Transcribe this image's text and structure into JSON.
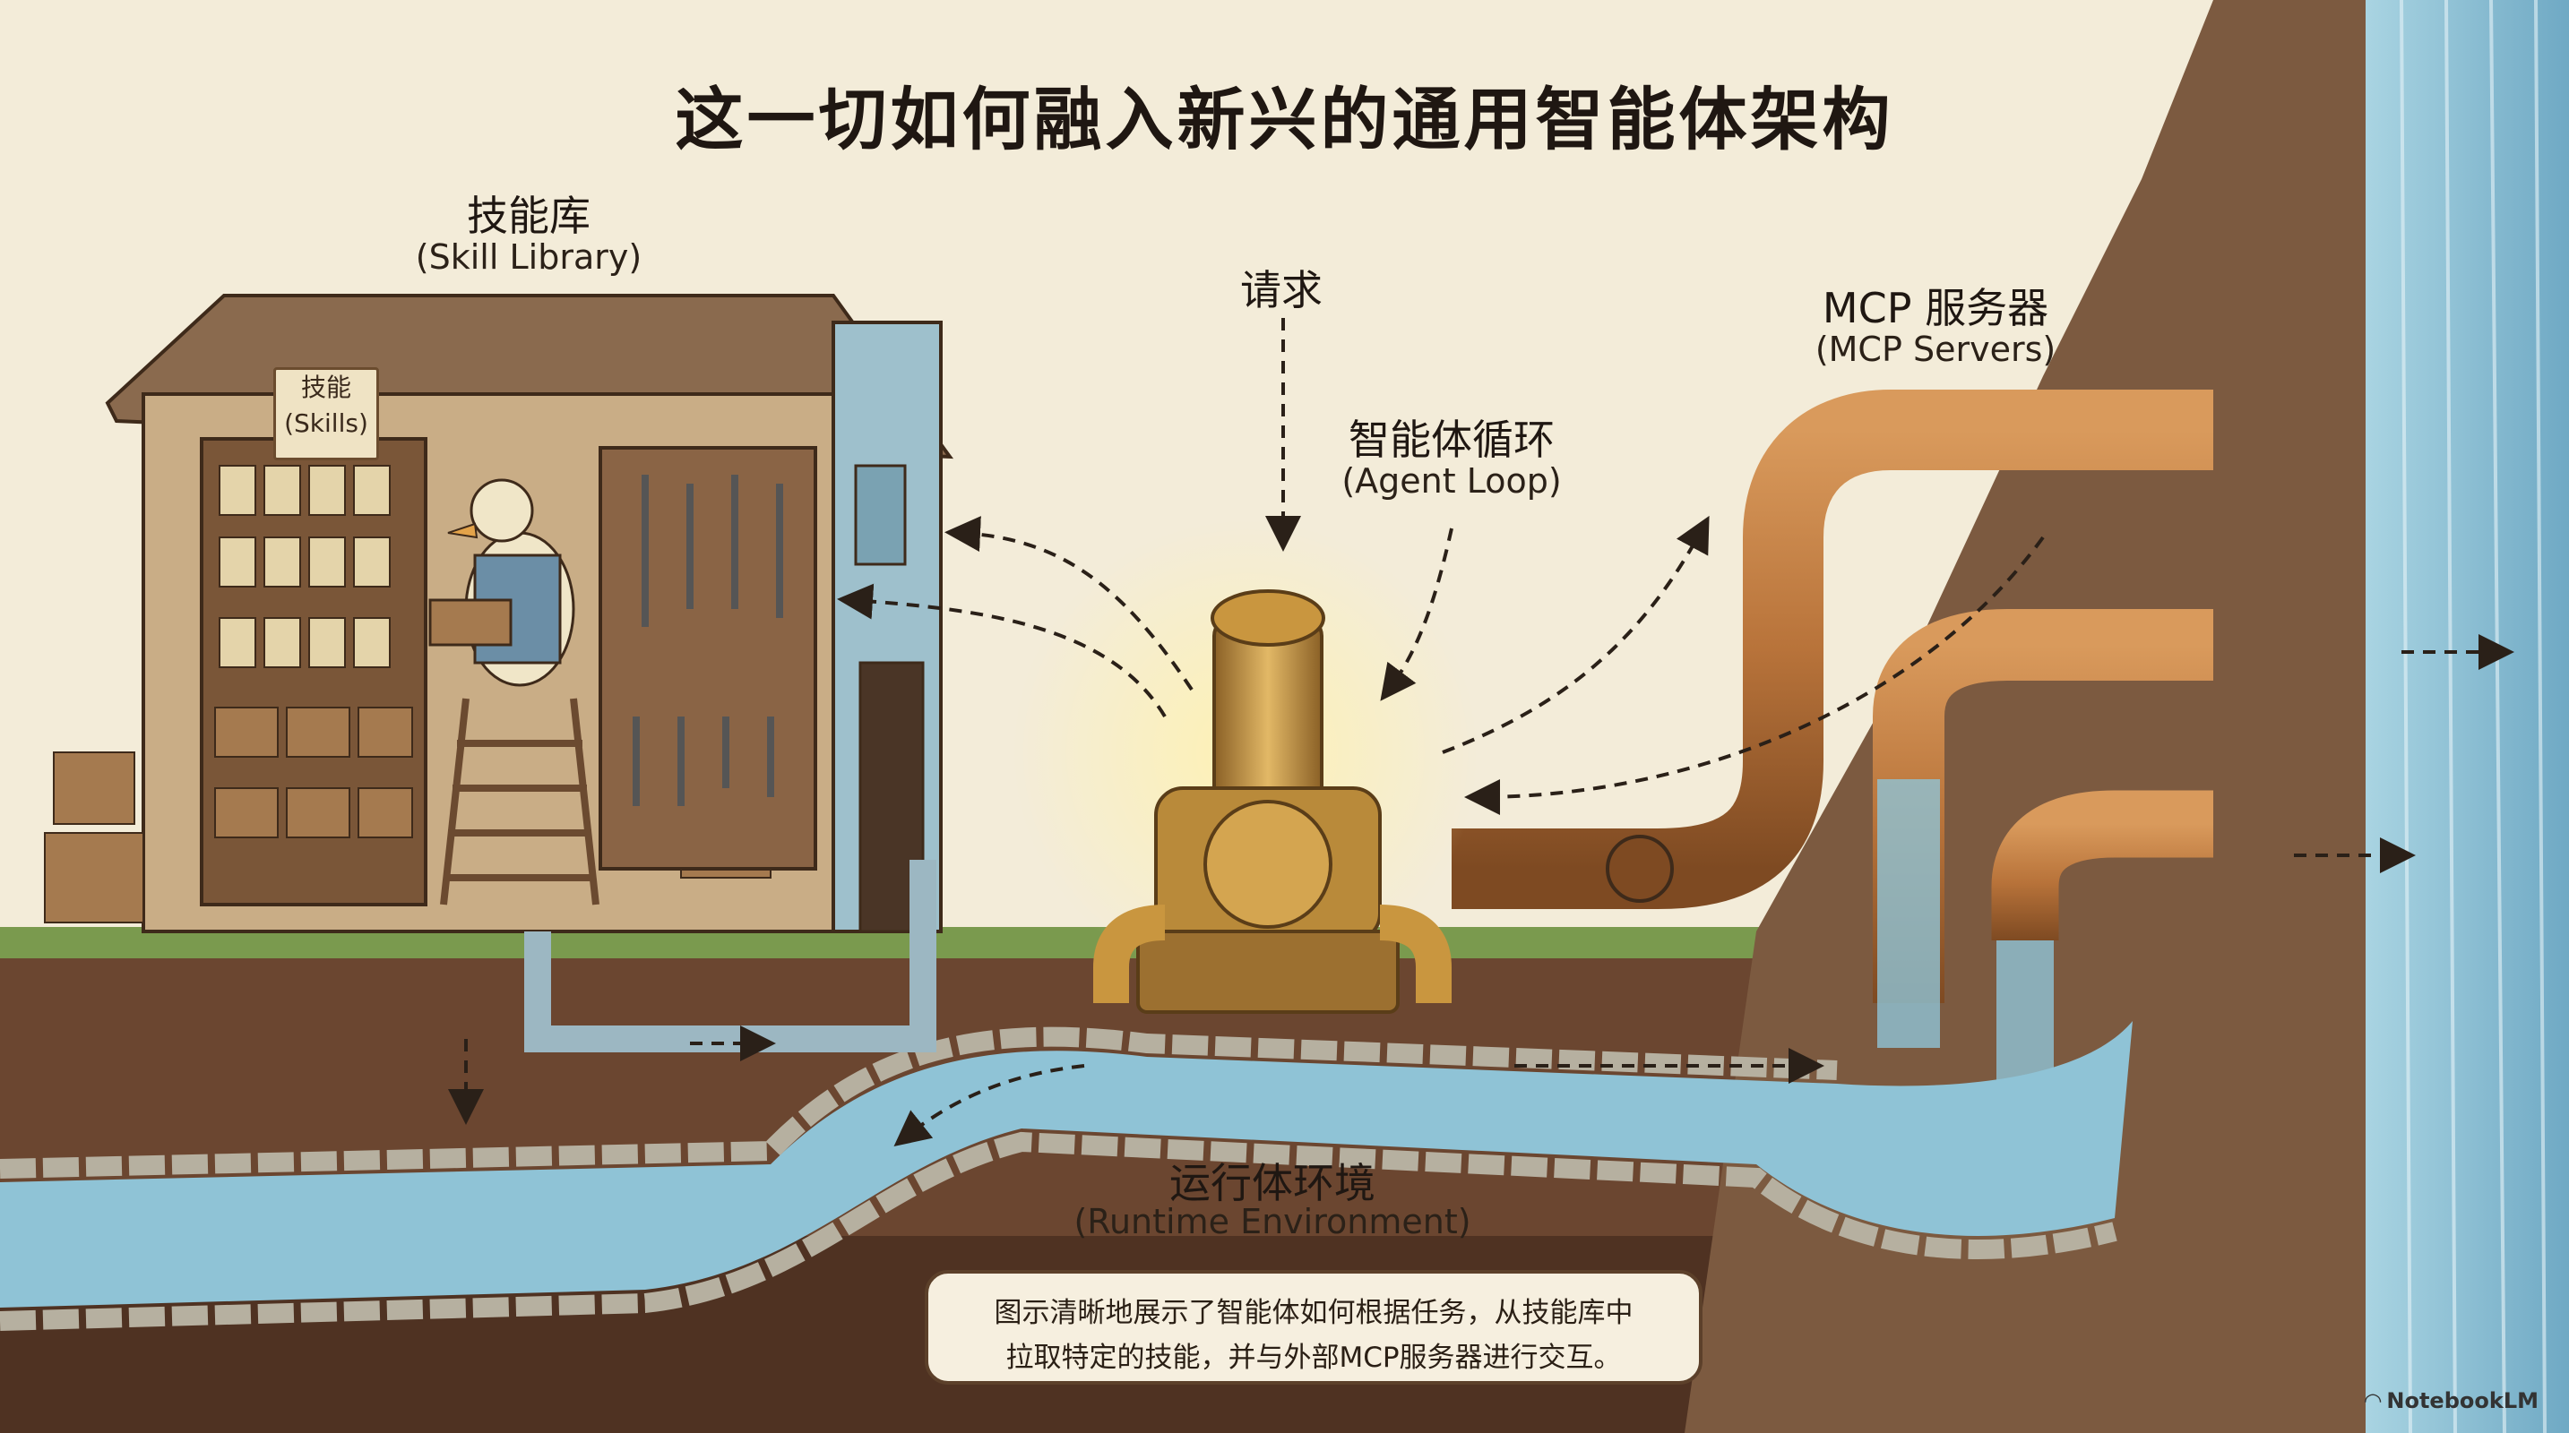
{
  "title": "这一切如何融入新兴的通用智能体架构",
  "skill_library": {
    "zh": "技能库",
    "en": "(Skill Library)"
  },
  "skills_sign": {
    "zh": "技能",
    "en": "(Skills)"
  },
  "request": {
    "zh": "请求"
  },
  "agent_loop": {
    "zh": "智能体循环",
    "en": "(Agent Loop)"
  },
  "mcp_servers": {
    "zh": "MCP 服务器",
    "en": "(MCP Servers)"
  },
  "runtime": {
    "zh": "运行体环境",
    "en": "(Runtime Environment)"
  },
  "caption": {
    "line1": "图示清晰地展示了智能体如何根据任务，从技能库中",
    "line2": "拉取特定的技能，并与外部MCP服务器进行交互。"
  },
  "watermark": "NotebookLM",
  "colors": {
    "paper": "#f3ecd9",
    "soil": "#6b4630",
    "water": "#8fc3d6",
    "copper": "#b8733a",
    "brass": "#c9963f"
  }
}
